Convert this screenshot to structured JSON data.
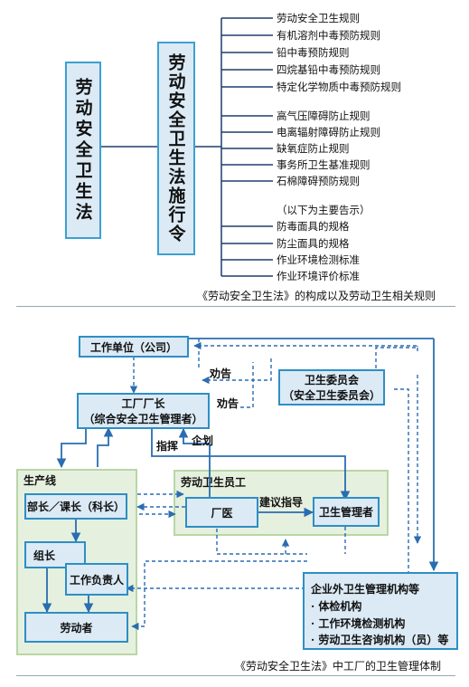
{
  "top": {
    "law_box": "劳动安全卫生法",
    "ordinance_box": "劳动安全卫生法施行令",
    "rules": [
      "劳动安全卫生规则",
      "有机溶剂中毒预防规则",
      "铅中毒预防规则",
      "四烷基铅中毒预防规则",
      "特定化学物质中毒预防规则",
      "高气压障碍防止规则",
      "电离辐射障碍防止规则",
      "缺氧症防止规则",
      "事务所卫生基准规则",
      "石棉障碍预防规则",
      "（以下为主要告示）",
      "防毒面具的规格",
      "防尘面具的规格",
      "作业环境检测标准",
      "作业环境评价标准"
    ],
    "caption": "《劳动安全卫生法》的构成以及劳动卫生相关规则"
  },
  "bottom": {
    "company": "工作单位（公司）",
    "factory_head": [
      "工厂厂长",
      "（综合安全卫生管理者）"
    ],
    "committee": [
      "卫生委员会",
      "（安全卫生委员会）"
    ],
    "production_line": "生产线",
    "dept_head": "部长／课长（科长）",
    "team_leader": "组长",
    "work_leader": "工作负责人",
    "worker": "劳动者",
    "health_staff": "劳动卫生员工",
    "factory_doctor": "厂医",
    "health_manager": "卫生管理者",
    "external": [
      "企业外卫生管理机构等",
      "· 体检机构",
      "· 工作环境检测机构",
      "· 劳动卫生咨询机构（员）等"
    ],
    "labels": {
      "advise1": "劝告",
      "advise2": "劝告",
      "command": "指挥",
      "plan": "企划",
      "suggest": "建议指导"
    },
    "caption": "《劳动安全卫生法》中工厂的卫生管理体制"
  },
  "colors": {
    "blue_border": "#3da0d2",
    "blue_fill": "#dbeaf5",
    "green_fill": "#e6f0df",
    "green_border": "#b9d6a6",
    "line_blue": "#2a6db0",
    "connector_dark": "#1f3e6b"
  }
}
